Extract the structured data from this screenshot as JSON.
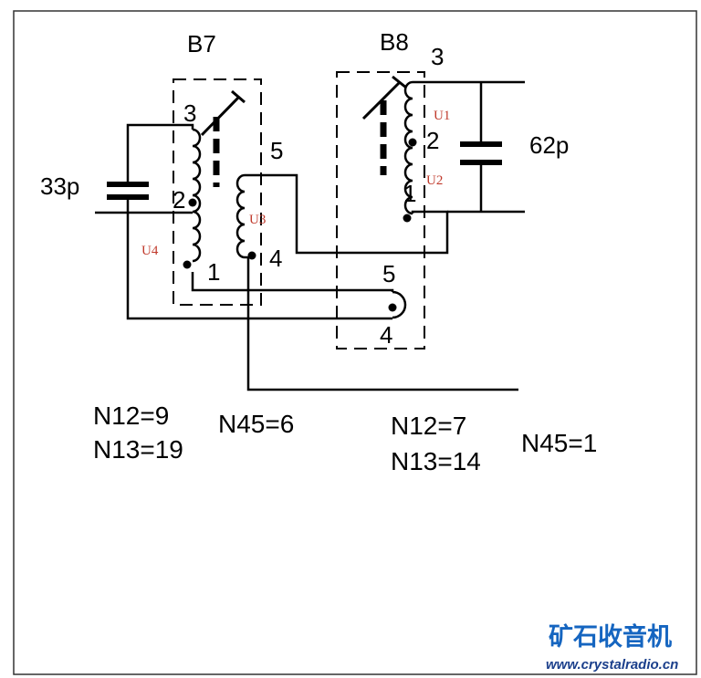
{
  "transformers": {
    "b7": {
      "name": "B7",
      "pins": {
        "p3": "3",
        "p2": "2",
        "p1": "1",
        "p5": "5",
        "p4": "4"
      },
      "coil_labels": {
        "primary_lower": "U4",
        "secondary": "U3"
      },
      "formulas": {
        "n12": "N12=9",
        "n13": "N13=19",
        "n45": "N45=6"
      }
    },
    "b8": {
      "name": "B8",
      "pins": {
        "p3": "3",
        "p2": "2",
        "p1": "1",
        "p5": "5",
        "p4": "4"
      },
      "coil_labels": {
        "upper": "U1",
        "lower": "U2"
      },
      "formulas": {
        "n12": "N12=7",
        "n13": "N13=14",
        "n45": "N45=1"
      }
    }
  },
  "capacitors": {
    "left": "33p",
    "right": "62p"
  },
  "watermark": {
    "title": "矿石收音机",
    "url": "www.crystalradio.cn"
  }
}
